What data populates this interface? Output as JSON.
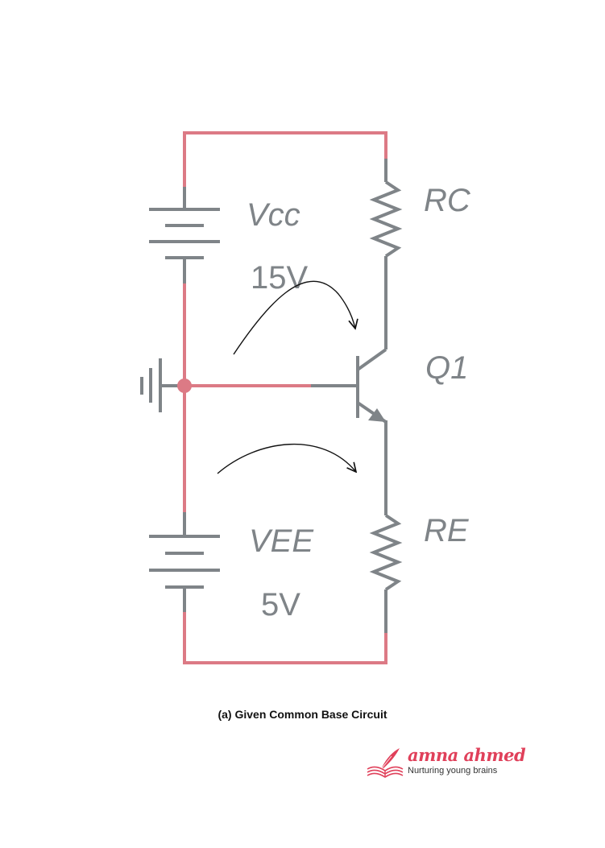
{
  "diagram": {
    "components": {
      "vcc": {
        "name": "Vcc",
        "value": "15V"
      },
      "vee": {
        "name": "VEE",
        "value": "5V"
      },
      "rc": {
        "name": "RC"
      },
      "re": {
        "name": "RE"
      },
      "q1": {
        "name": "Q1"
      }
    },
    "colors": {
      "wire": "#dc7a85",
      "component": "#7f8488",
      "annotation": "#111111"
    }
  },
  "caption": "(a) Given Common Base Circuit",
  "brand": {
    "name": "amna ahmed",
    "tagline": "Nurturing young brains",
    "color": "#e0405a",
    "icon": "open-book-quill-icon"
  }
}
